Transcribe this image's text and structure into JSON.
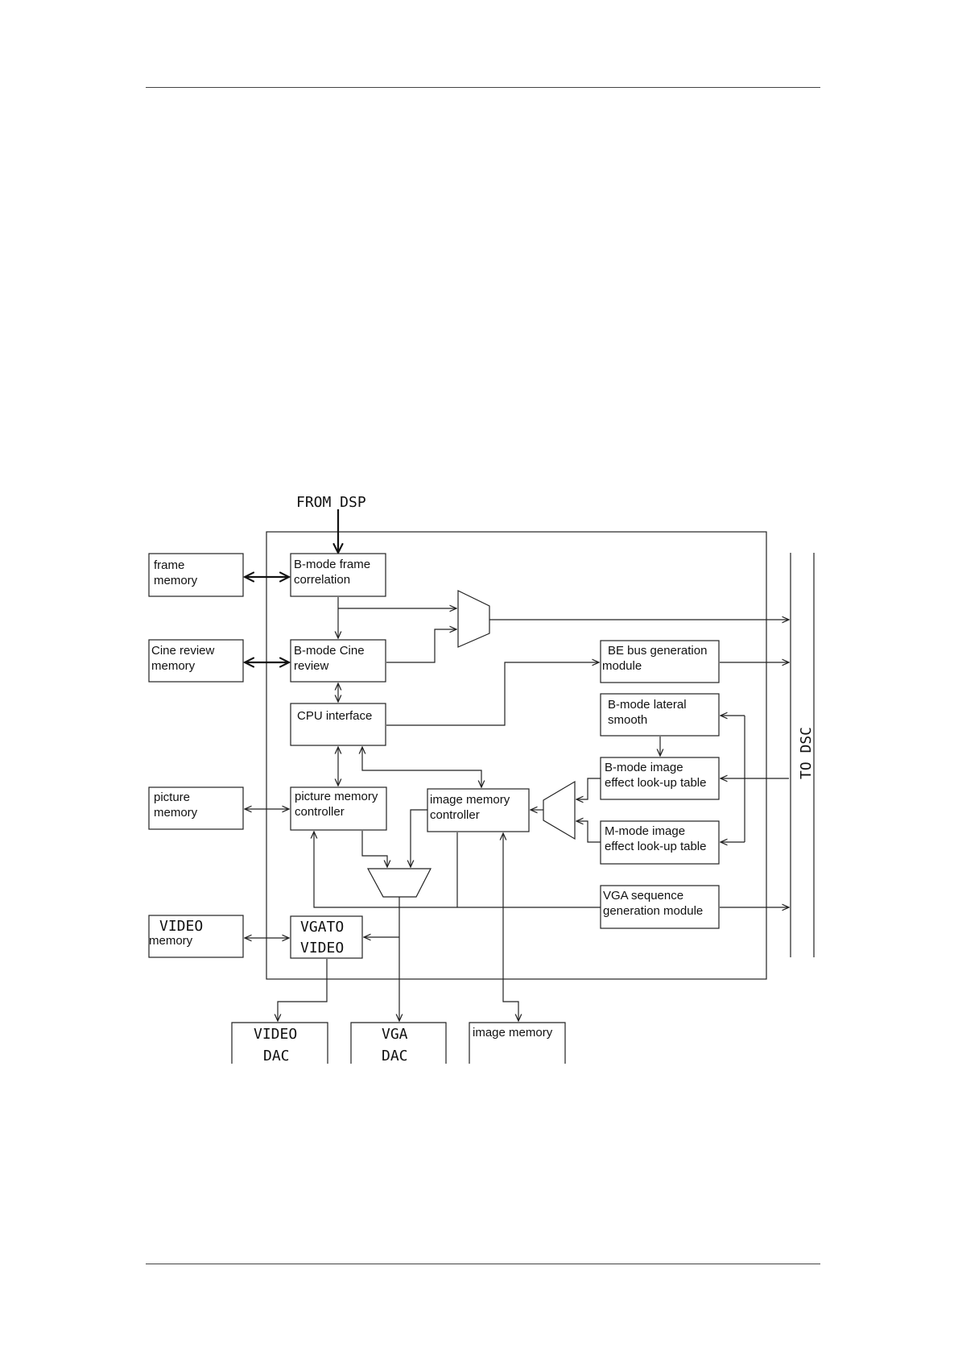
{
  "diagram": {
    "input_label": "FROM DSP",
    "output_label": "TO DSC",
    "blocks": {
      "frame_memory": [
        "frame",
        "memory"
      ],
      "cine_review_memory": [
        "Cine review",
        "memory"
      ],
      "picture_memory": [
        "picture",
        "memory"
      ],
      "video_memory": [
        "VIDEO",
        "memory"
      ],
      "bmode_frame_correlation": [
        "B-mode frame",
        "correlation"
      ],
      "bmode_cine_review": [
        "B-mode Cine",
        "review"
      ],
      "cpu_interface": [
        "CPU interface"
      ],
      "picture_memory_controller": [
        "picture memory",
        "controller"
      ],
      "image_memory_controller": [
        "image memory",
        "controller"
      ],
      "vga_to_video": [
        "VGATO",
        "VIDEO"
      ],
      "be_bus_generation": [
        "BE bus generation",
        "module"
      ],
      "bmode_lateral_smooth": [
        "B-mode lateral",
        "smooth"
      ],
      "bmode_image_effect_lut": [
        "B-mode image",
        "effect look-up table"
      ],
      "mmode_image_effect_lut": [
        "M-mode image",
        "effect look-up table"
      ],
      "vga_sequence_generation": [
        "VGA sequence",
        "generation module"
      ],
      "video_dac": [
        "VIDEO",
        "DAC"
      ],
      "vga_dac": [
        "VGA",
        "DAC"
      ],
      "image_memory_out": [
        "image memory"
      ]
    }
  }
}
